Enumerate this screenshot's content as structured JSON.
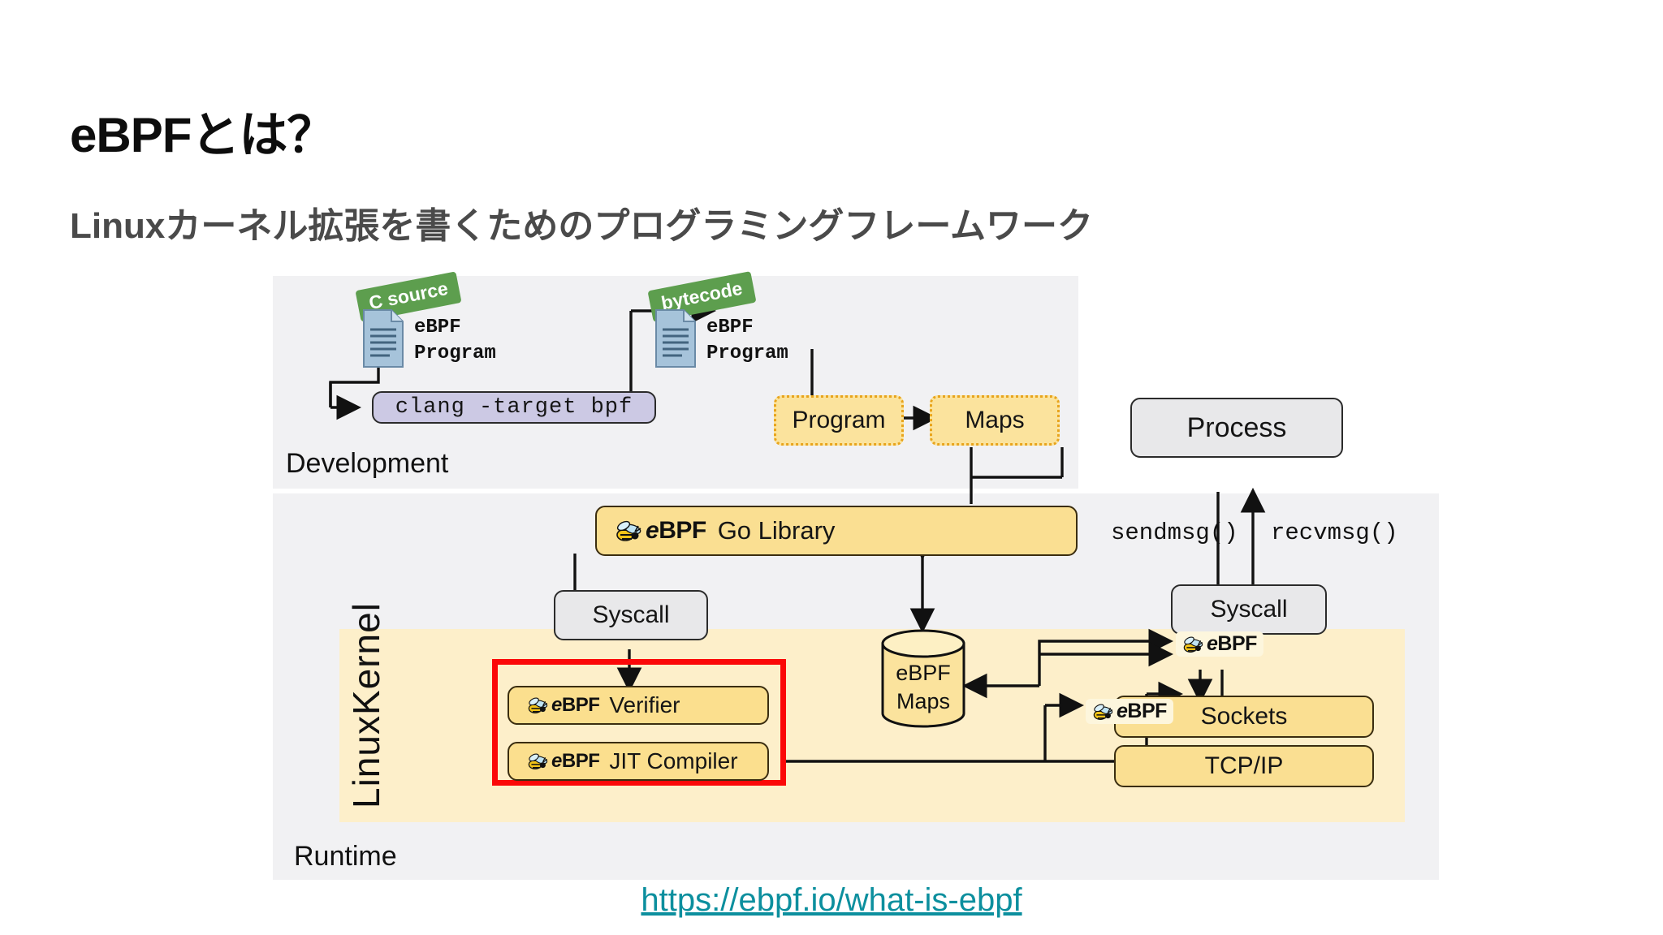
{
  "slide": {
    "title": "eBPFとは？",
    "subtitle": "Linuxカーネル拡張を書くためのプログラミングフレームワーク",
    "source_url": "https://ebpf.io/what-is-ebpf"
  },
  "colors": {
    "panel_grey": "#f1f1f3",
    "kernel_yellow": "#fdefca",
    "node_yellow": "#fadf92",
    "node_grey": "#e8e8ea",
    "node_purple": "#ccc9e4",
    "tag_green": "#5d9e4e",
    "highlight_red": "#fb0808",
    "link_teal": "#0c8f9e",
    "subtitle_grey": "#4a4a4a"
  },
  "diagram": {
    "panels": {
      "development_label": "Development",
      "runtime_label": "Runtime",
      "kernel_label_line1": "Linux",
      "kernel_label_line2": "Kernel"
    },
    "documents": [
      {
        "tag": "C source",
        "line1": "eBPF",
        "line2": "Program"
      },
      {
        "tag": "bytecode",
        "line1": "eBPF",
        "line2": "Program"
      }
    ],
    "nodes": {
      "clang": "clang -target bpf",
      "program": "Program",
      "maps": "Maps",
      "go_library": "Go Library",
      "go_library_logo": "eBPF",
      "syscall_left": "Syscall",
      "syscall_right": "Syscall",
      "verifier": "Verifier",
      "verifier_logo": "eBPF",
      "jit_compiler": "JIT Compiler",
      "jit_compiler_logo": "eBPF",
      "ebpf_maps_line1": "eBPF",
      "ebpf_maps_line2": "Maps",
      "process": "Process",
      "sockets": "Sockets",
      "sockets_logo": "eBPF",
      "tcpip": "TCP/IP",
      "syscall_hook_logo": "eBPF"
    },
    "edge_labels": {
      "sendmsg": "sendmsg()",
      "recvmsg": "recvmsg()"
    }
  }
}
